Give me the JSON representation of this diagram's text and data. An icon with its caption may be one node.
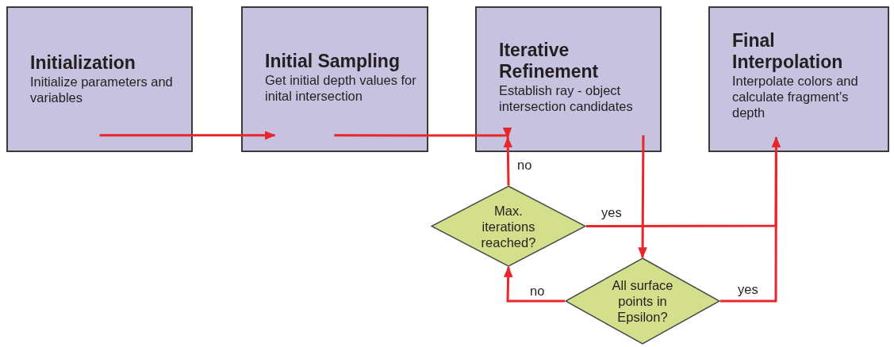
{
  "diagram": {
    "nodes": [
      {
        "text": [
          "Initialization",
          "Initialize parameters and variables"
        ]
      },
      {
        "text": [
          "Initial Sampling",
          "Get initial depth values for inital intersection"
        ]
      },
      {
        "text": [
          "Iterative Refinement",
          "Establish ray - object intersection candidates"
        ]
      },
      {
        "text": [
          "Final Interpolation",
          "Interpolate colors and calculate fragment’s depth"
        ]
      },
      {
        "text": [
          "Max. iterations reached?"
        ]
      },
      {
        "text": [
          "All surface points in Epsilon?"
        ]
      }
    ],
    "edges": [
      {
        "from": 0,
        "to": 1,
        "arrow": "to"
      },
      {
        "from": 1,
        "to": 2,
        "arrow": "to"
      },
      {
        "from": 2,
        "to": 5,
        "arrow": "to"
      },
      {
        "from": 4,
        "to": 2,
        "arrow": "to",
        "label": "no"
      },
      {
        "from": 4,
        "to": 3,
        "arrow": "to",
        "label": "yes"
      },
      {
        "from": 5,
        "to": 4,
        "arrow": "to",
        "label": "no"
      },
      {
        "from": 5,
        "to": 3,
        "arrow": "to",
        "label": "yes"
      }
    ]
  }
}
